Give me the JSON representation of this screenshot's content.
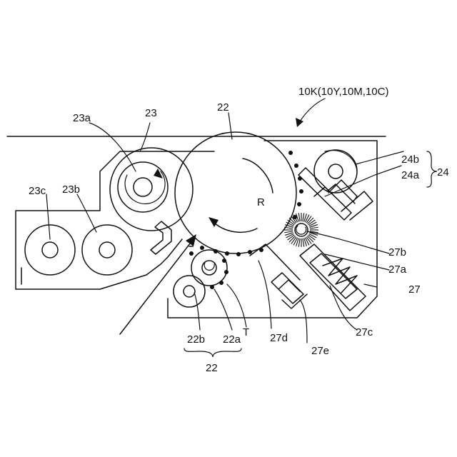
{
  "labels": {
    "unit": "10K(10Y,10M,10C)",
    "drum": "22",
    "rotation": "R",
    "roller_23": "23",
    "roller_23a": "23a",
    "roller_23b": "23b",
    "roller_23c": "23c",
    "roller_24": "24",
    "roller_24a": "24a",
    "roller_24b": "24b",
    "part_27": "27",
    "part_27a": "27a",
    "part_27b": "27b",
    "part_27c": "27c",
    "part_27d": "27d",
    "part_27e": "27e",
    "roller_22a": "22a",
    "roller_22b": "22b",
    "toner": "T",
    "group_22": "22"
  },
  "colors": {
    "ink": "#111111",
    "paper": "#ffffff"
  }
}
